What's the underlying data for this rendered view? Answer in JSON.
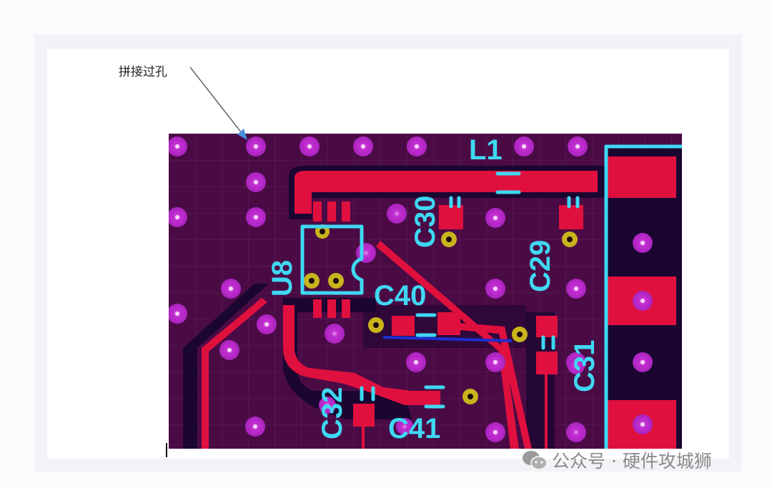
{
  "annotation": {
    "label": "拼接过孔"
  },
  "watermark": {
    "text": "公众号 · 硬件攻城狮",
    "icon": "wechat-icon"
  },
  "pcb": {
    "designators": [
      "L1",
      "C30",
      "C29",
      "U8",
      "C40",
      "C31",
      "C32",
      "C41"
    ],
    "colors": {
      "board": "#4a0b45",
      "copper": "#e0103e",
      "silkscreen": "#3fd8f2",
      "stitching_via": "#c02fd0",
      "signal_via": "#c9b41c",
      "clearance": "#1a0630",
      "bottom_trace": "#1c2fd0"
    }
  }
}
